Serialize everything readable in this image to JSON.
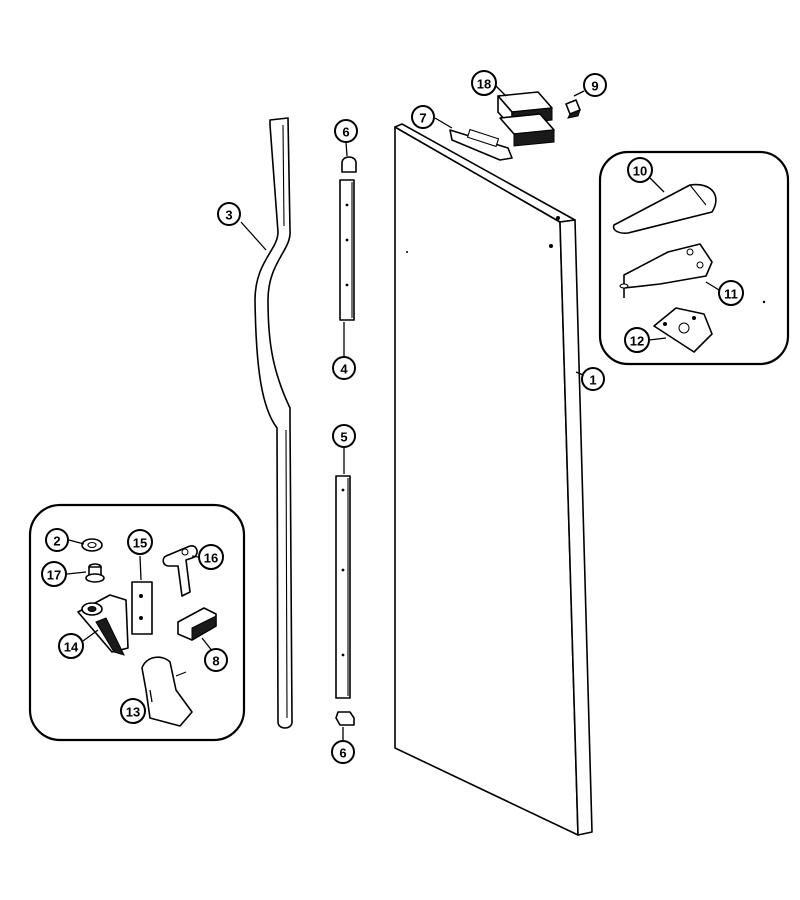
{
  "callouts": [
    {
      "id": "c1",
      "label": "1"
    },
    {
      "id": "c2",
      "label": "2"
    },
    {
      "id": "c3",
      "label": "3"
    },
    {
      "id": "c4",
      "label": "4"
    },
    {
      "id": "c5",
      "label": "5"
    },
    {
      "id": "c6a",
      "label": "6"
    },
    {
      "id": "c6b",
      "label": "6"
    },
    {
      "id": "c7",
      "label": "7"
    },
    {
      "id": "c8",
      "label": "8"
    },
    {
      "id": "c9",
      "label": "9"
    },
    {
      "id": "c10",
      "label": "10"
    },
    {
      "id": "c11",
      "label": "11"
    },
    {
      "id": "c12",
      "label": "12"
    },
    {
      "id": "c13",
      "label": "13"
    },
    {
      "id": "c14",
      "label": "14"
    },
    {
      "id": "c15",
      "label": "15"
    },
    {
      "id": "c16",
      "label": "16"
    },
    {
      "id": "c17",
      "label": "17"
    },
    {
      "id": "c18",
      "label": "18"
    }
  ]
}
